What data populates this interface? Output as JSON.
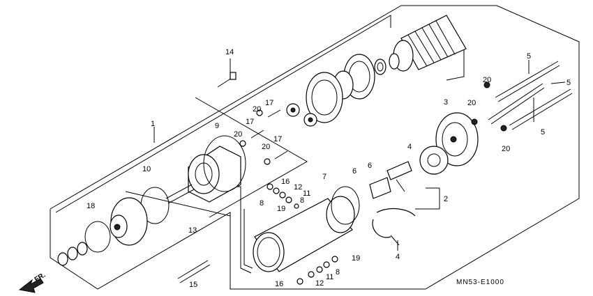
{
  "diagram": {
    "code": "MN53-E1000",
    "direction_label": "FR.",
    "callouts": [
      {
        "id": "c1",
        "text": "1"
      },
      {
        "id": "c2",
        "text": "2"
      },
      {
        "id": "c3",
        "text": "3"
      },
      {
        "id": "c4a",
        "text": "4"
      },
      {
        "id": "c4b",
        "text": "4"
      },
      {
        "id": "c5a",
        "text": "5"
      },
      {
        "id": "c5b",
        "text": "5"
      },
      {
        "id": "c5c",
        "text": "5"
      },
      {
        "id": "c6a",
        "text": "6"
      },
      {
        "id": "c6b",
        "text": "6"
      },
      {
        "id": "c7",
        "text": "7"
      },
      {
        "id": "c8a",
        "text": "8"
      },
      {
        "id": "c8b",
        "text": "8"
      },
      {
        "id": "c8c",
        "text": "8"
      },
      {
        "id": "c9",
        "text": "9"
      },
      {
        "id": "c10",
        "text": "10"
      },
      {
        "id": "c11a",
        "text": "11"
      },
      {
        "id": "c11b",
        "text": "11"
      },
      {
        "id": "c12a",
        "text": "12"
      },
      {
        "id": "c12b",
        "text": "12"
      },
      {
        "id": "c13",
        "text": "13"
      },
      {
        "id": "c14",
        "text": "14"
      },
      {
        "id": "c15",
        "text": "15"
      },
      {
        "id": "c16a",
        "text": "16"
      },
      {
        "id": "c16b",
        "text": "16"
      },
      {
        "id": "c17a",
        "text": "17"
      },
      {
        "id": "c17b",
        "text": "17"
      },
      {
        "id": "c17c",
        "text": "17"
      },
      {
        "id": "c18",
        "text": "18"
      },
      {
        "id": "c19a",
        "text": "19"
      },
      {
        "id": "c19b",
        "text": "19"
      },
      {
        "id": "c20a",
        "text": "20"
      },
      {
        "id": "c20b",
        "text": "20"
      },
      {
        "id": "c20c",
        "text": "20"
      },
      {
        "id": "c20d",
        "text": "20"
      },
      {
        "id": "c20e",
        "text": "20"
      },
      {
        "id": "c20f",
        "text": "20"
      }
    ]
  }
}
